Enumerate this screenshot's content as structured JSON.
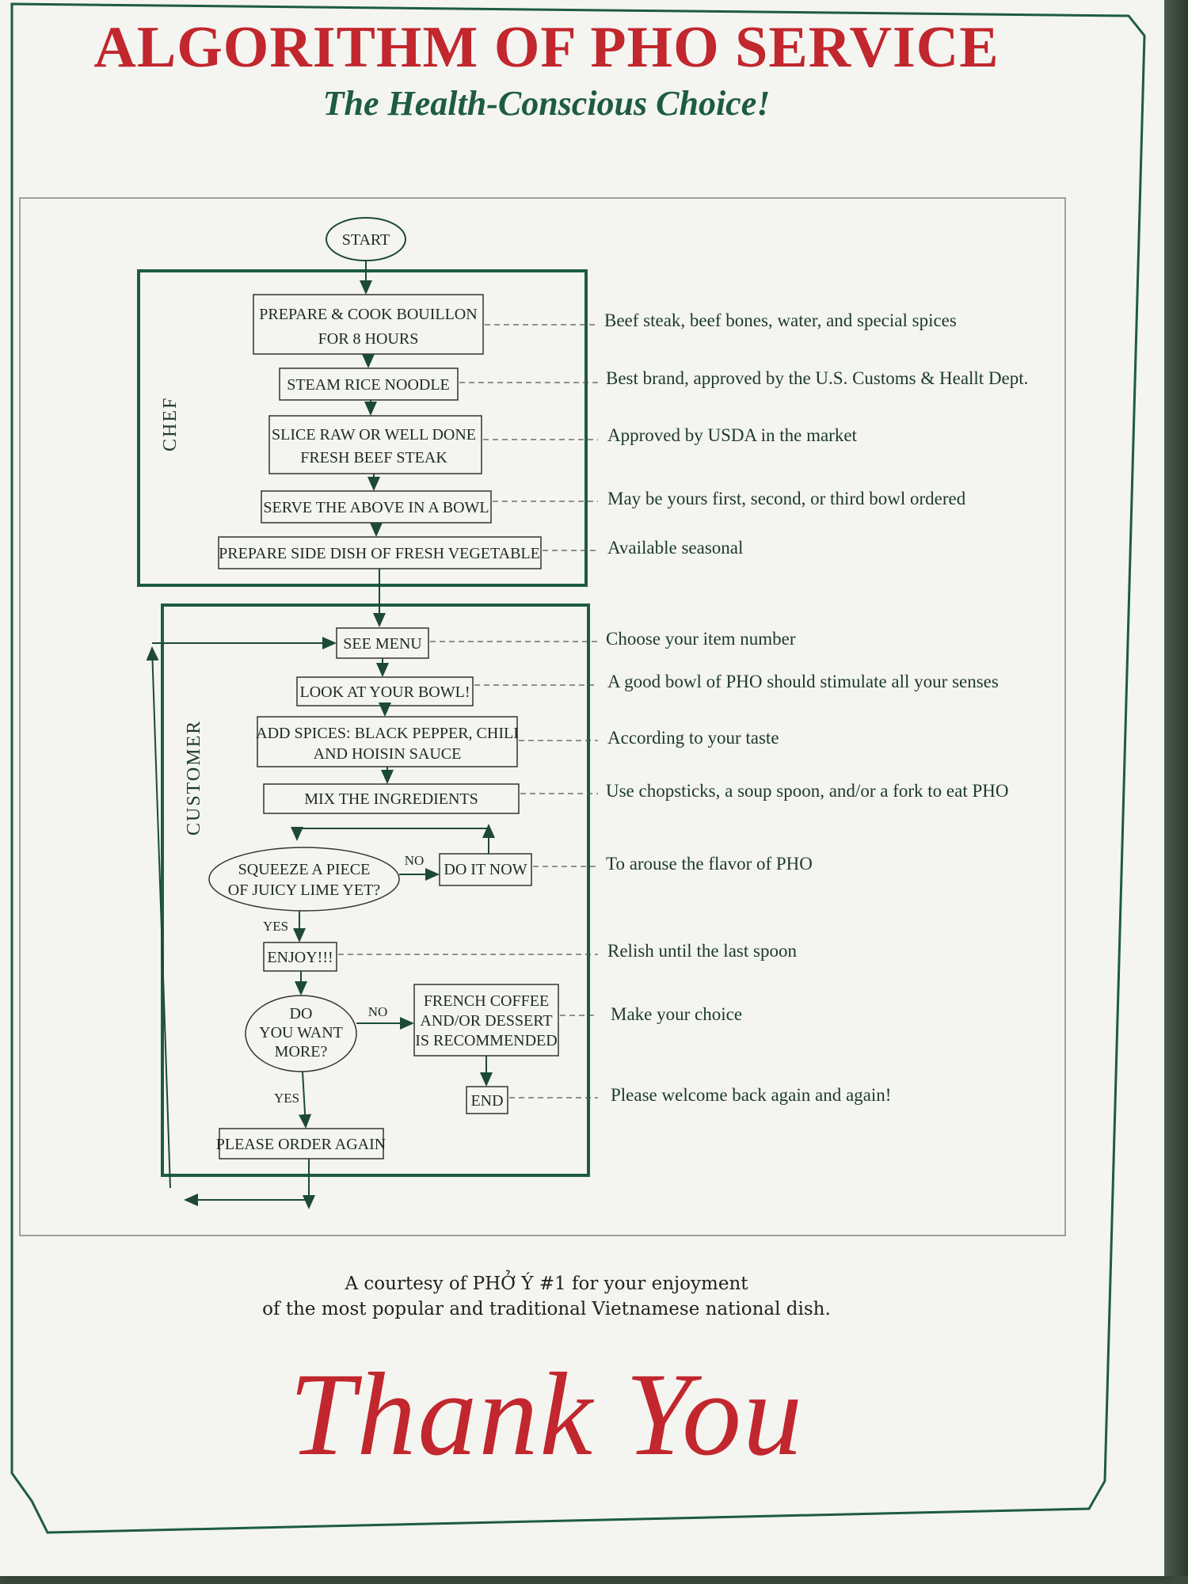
{
  "header": {
    "title": "ALGORITHM OF PHO SERVICE",
    "subtitle": "The Health-Conscious Choice!"
  },
  "lanes": {
    "chef": "CHEF",
    "customer": "CUSTOMER"
  },
  "flow": {
    "start": "START",
    "prepare_bouillon": [
      "PREPARE & COOK BOUILLON",
      "FOR 8 HOURS"
    ],
    "steam_noodle": "STEAM RICE NOODLE",
    "slice_steak": [
      "SLICE RAW OR WELL DONE",
      "FRESH BEEF STEAK"
    ],
    "serve_bowl": "SERVE THE ABOVE IN A BOWL",
    "side_dish": "PREPARE SIDE DISH OF FRESH VEGETABLE",
    "see_menu": "SEE MENU",
    "look_bowl": "LOOK AT YOUR BOWL!",
    "add_spices": [
      "ADD SPICES: BLACK PEPPER, CHILI",
      "AND HOISIN SAUCE"
    ],
    "mix": "MIX THE INGREDIENTS",
    "lime_question": [
      "SQUEEZE A PIECE",
      "OF JUICY LIME YET?"
    ],
    "do_it_now": "DO IT NOW",
    "enjoy": "ENJOY!!!",
    "more_question": [
      "DO",
      "YOU WANT",
      "MORE?"
    ],
    "coffee": [
      "FRENCH COFFEE",
      "AND/OR DESSERT",
      "IS RECOMMENDED"
    ],
    "end": "END",
    "order_again": "PLEASE ORDER AGAIN",
    "yes": "YES",
    "no": "NO"
  },
  "notes": {
    "bouillon": "Beef steak, beef bones, water, and special spices",
    "noodle": "Best brand, approved by the U.S. Customs & Heallt Dept.",
    "steak": "Approved by USDA in the market",
    "bowl": "May be yours first, second, or third bowl ordered",
    "side": "Available seasonal",
    "menu": "Choose your item number",
    "look": "A good bowl of PHO should stimulate all your senses",
    "spices": "According to your taste",
    "mix": "Use chopsticks, a soup spoon, and/or a fork to eat PHO",
    "lime": "To arouse the flavor of PHO",
    "enjoy": "Relish until the last spoon",
    "coffee": "Make your choice",
    "end": "Please welcome back again and again!"
  },
  "footer": {
    "line1": "A courtesy of PHỞ Ý #1 for your enjoyment",
    "line2": "of the most popular and traditional Vietnamese national dish."
  },
  "thank_you": "Thank You",
  "colors": {
    "title_red": "#c1272d",
    "frame_green": "#1d5c40",
    "paper": "#f4f4f1"
  }
}
